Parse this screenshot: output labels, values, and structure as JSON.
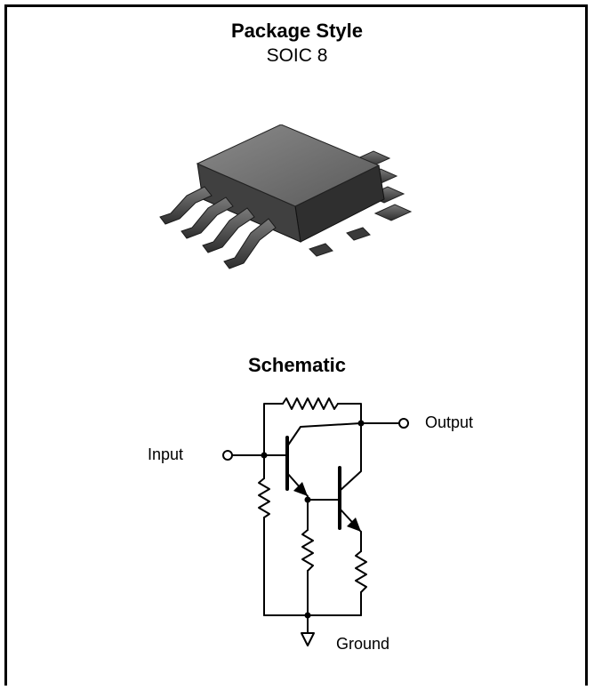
{
  "package": {
    "title": "Package Style",
    "style": "SOIC 8"
  },
  "schematic": {
    "title": "Schematic",
    "input_label": "Input",
    "output_label": "Output",
    "ground_label": "Ground"
  },
  "colors": {
    "ink": "#000000",
    "chip_top": "#6e6e6e",
    "chip_side": "#3a3a3a",
    "lead": "#4a4a4a"
  }
}
